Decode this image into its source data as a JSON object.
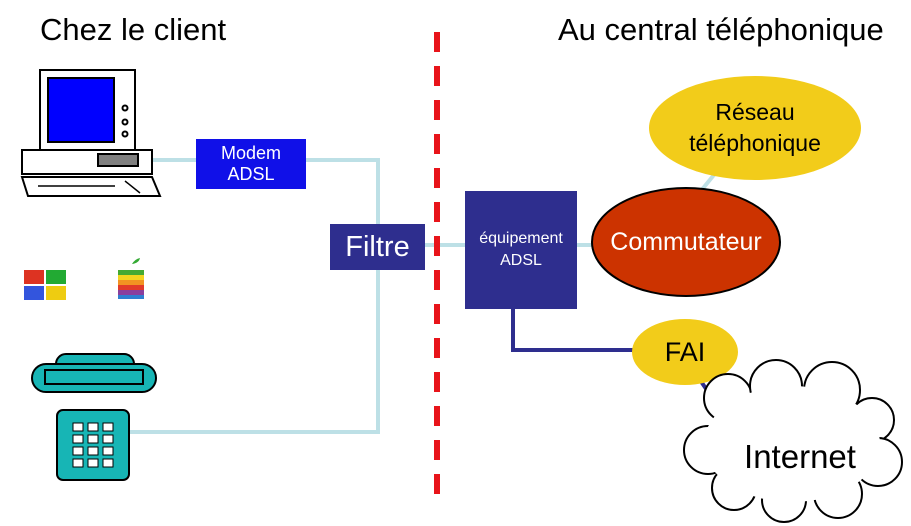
{
  "titles": {
    "left": "Chez le client",
    "right": "Au central téléphonique"
  },
  "nodes": {
    "modem": {
      "line1": "Modem",
      "line2": "ADSL"
    },
    "filtre": "Filtre",
    "equipement": {
      "line1": "équipement",
      "line2": "ADSL"
    },
    "reseau": {
      "line1": "Réseau",
      "line2": "téléphonique"
    },
    "commutateur": "Commutateur",
    "fai": "FAI",
    "internet": "Internet"
  },
  "icons": [
    "computer-icon",
    "windows-logo-icon",
    "apple-logo-icon",
    "telephone-icon",
    "cloud-icon"
  ],
  "colors": {
    "modem_box": "#1010e8",
    "dark_box": "#2e2e8e",
    "phone_line": "#bde0e6",
    "data_line": "#2e2e8e",
    "divider": "#e8141a",
    "yellow_ellipse": "#f2cc1a",
    "red_ellipse": "#cc3300",
    "telephone": "#17b5b5"
  }
}
